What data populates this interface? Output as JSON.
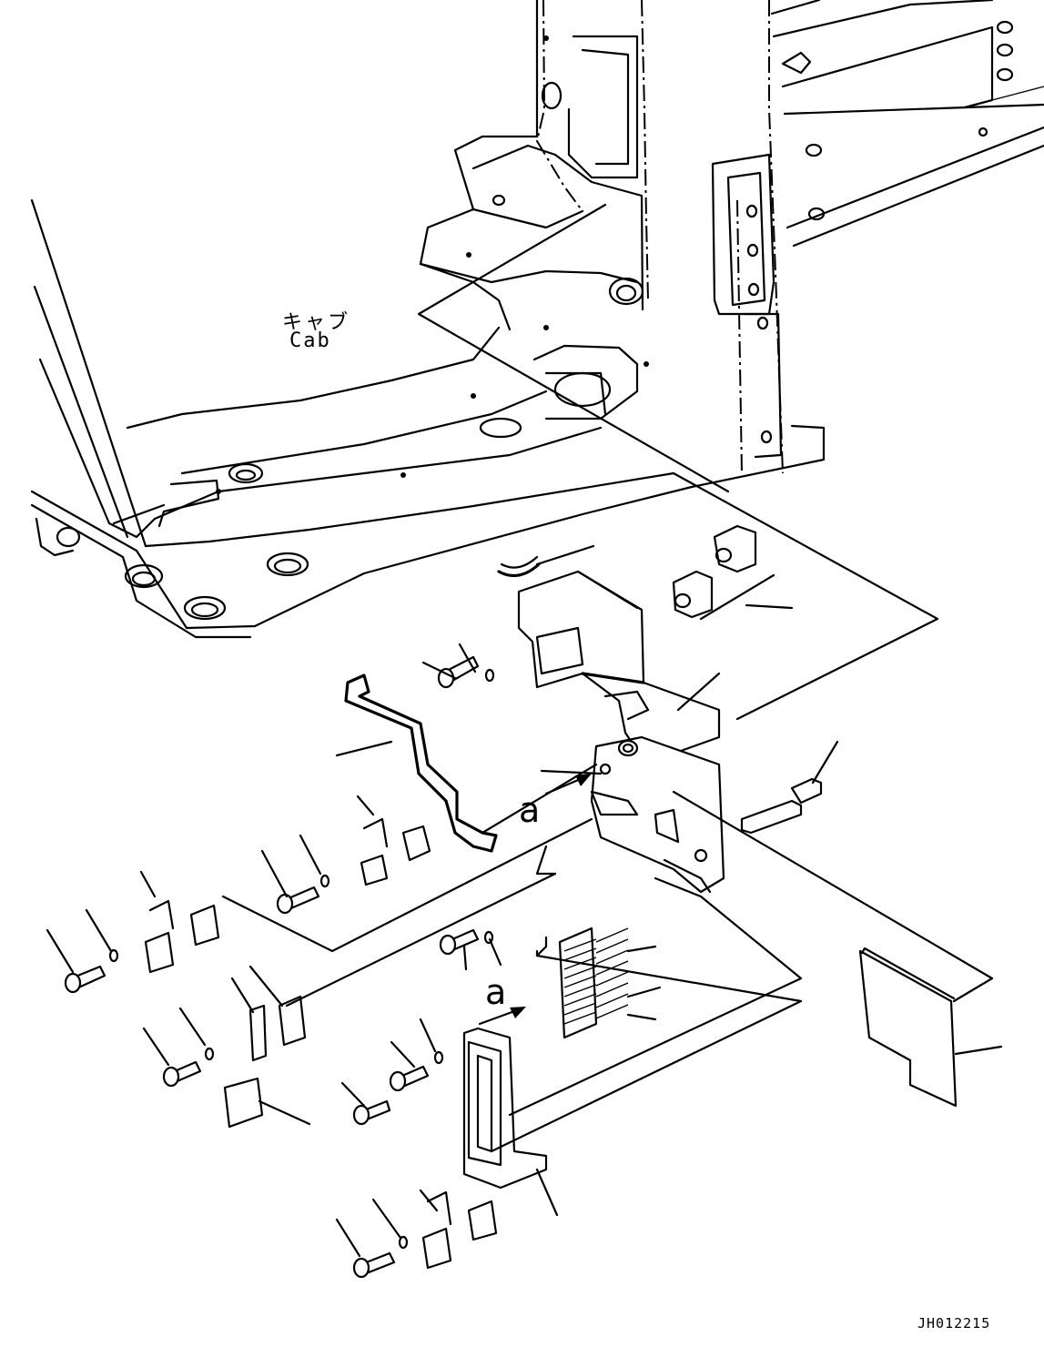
{
  "labels": {
    "cab_jp": "キャブ",
    "cab_en": "Cab",
    "view_a_1": "a",
    "view_a_2": "a",
    "drawing_number": "JH012215"
  },
  "colors": {
    "line": "#000000",
    "background": "#ffffff"
  }
}
